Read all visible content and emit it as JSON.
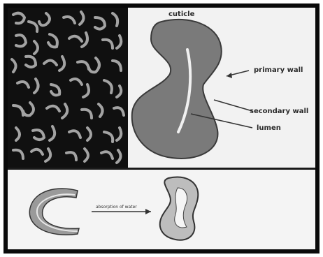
{
  "labels": {
    "cuticle": "cuticle",
    "primary_wall": "primary wall",
    "secondary_wall": "secondary wall",
    "lumen": "lumen",
    "absorption": "absorption of water"
  },
  "colors": {
    "fiber_fill": "#7a7a7a",
    "fiber_stroke": "#3a3a3a",
    "swollen_fill": "#bdbdbd",
    "frame": "#0a0a0a"
  }
}
